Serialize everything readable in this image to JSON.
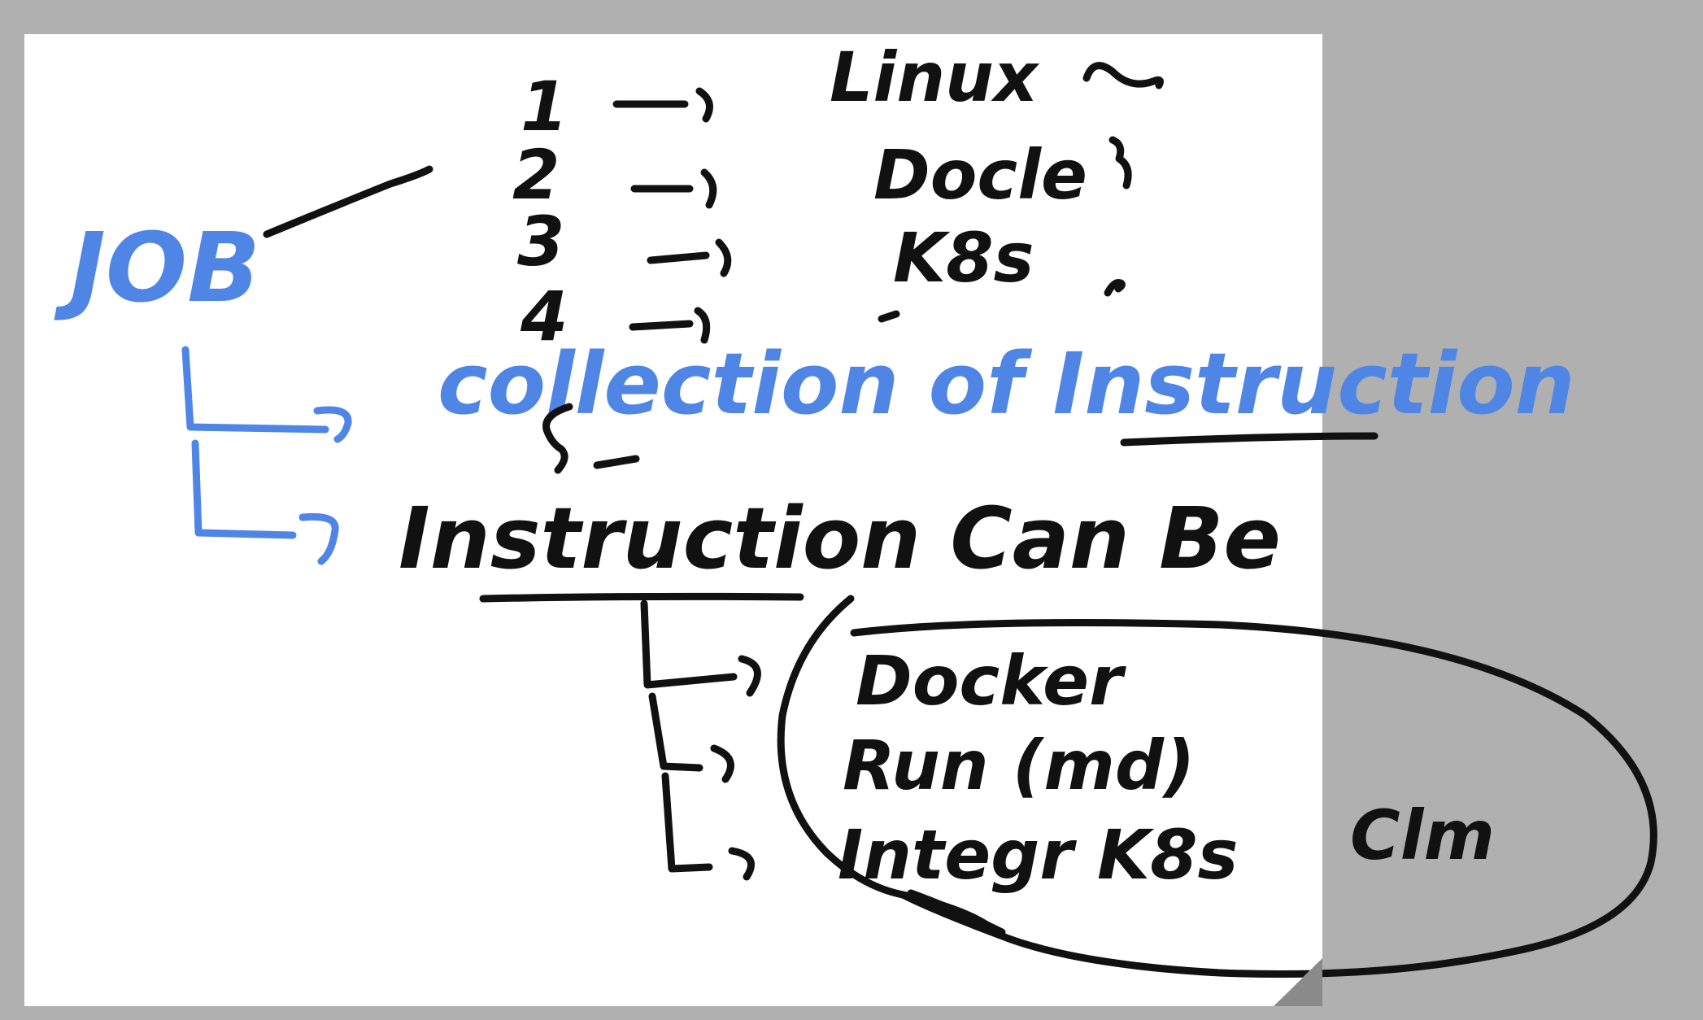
{
  "canvas": {
    "background_color": "#b0b0b0",
    "page_color": "#ffffff",
    "ink_black": "#111111",
    "ink_blue": "#4f86e6"
  },
  "handwriting": {
    "job": "JOB",
    "steps": [
      {
        "number": "1",
        "text": "Linux"
      },
      {
        "number": "2",
        "text": "Docle"
      },
      {
        "number": "3",
        "text": "K8s"
      },
      {
        "number": "4",
        "text": ""
      }
    ],
    "collection_phrase": "collection of Instruction",
    "instruction_phrase": "Instruction Can Be",
    "options": [
      "Docker",
      "Run (md)",
      "Integr K8s"
    ],
    "side_note": "Clm"
  },
  "icons": {
    "page_curl": "page-curl-icon"
  }
}
